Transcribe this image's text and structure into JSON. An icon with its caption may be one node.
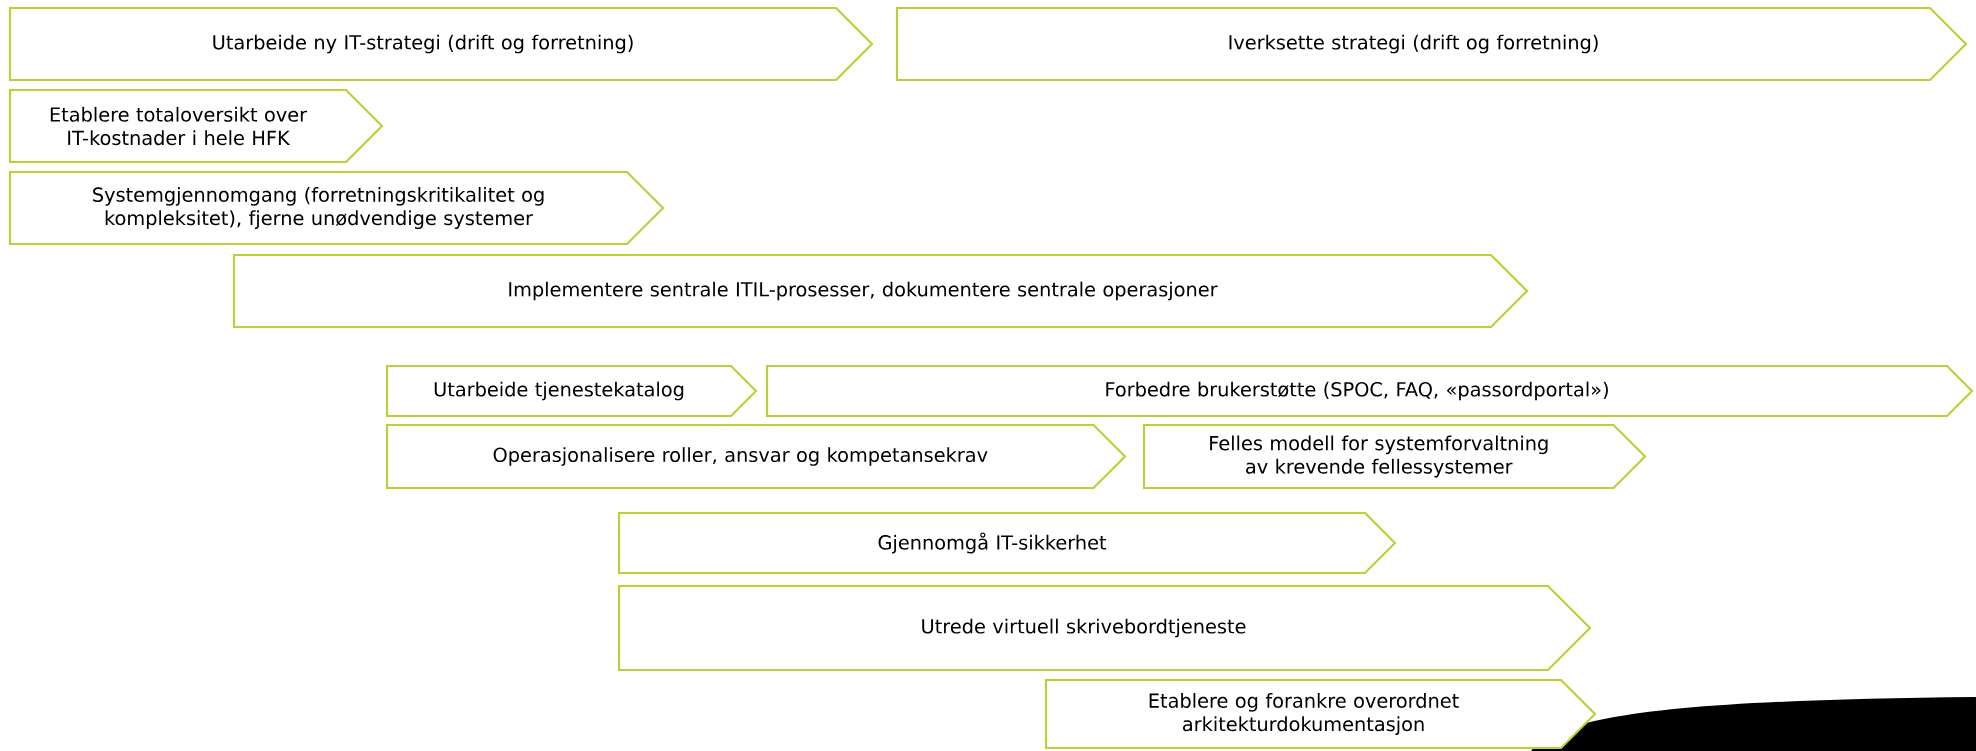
{
  "diagram": {
    "nodes": [
      {
        "text": [
          "Utarbeide ny IT-strategi (drift og forretning)"
        ]
      },
      {
        "text": [
          "Iverksette strategi (drift og forretning)"
        ]
      },
      {
        "text": [
          "Etablere totaloversikt over IT-kostnader i hele HFK"
        ]
      },
      {
        "text": [
          "Systemgjennomgang (forretningskritikalitet og kompleksitet), fjerne unødvendige systemer"
        ]
      },
      {
        "text": [
          "Implementere sentrale ITIL-prosesser, dokumentere sentrale operasjoner"
        ]
      },
      {
        "text": [
          "Utarbeide tjenestekatalog"
        ]
      },
      {
        "text": [
          "Forbedre brukerstøtte (SPOC, FAQ, «passordportal»)"
        ]
      },
      {
        "text": [
          "Operasjonalisere roller, ansvar og kompetansekrav"
        ]
      },
      {
        "text": [
          "Felles modell for systemforvaltning av krevende fellessystemer"
        ]
      },
      {
        "text": [
          "Gjennomgå IT-sikkerhet"
        ]
      },
      {
        "text": [
          "Utrede virtuell skrivebordtjeneste"
        ]
      },
      {
        "text": [
          "Etablere og forankre overordnet arkitekturdokumentasjon"
        ]
      }
    ]
  }
}
